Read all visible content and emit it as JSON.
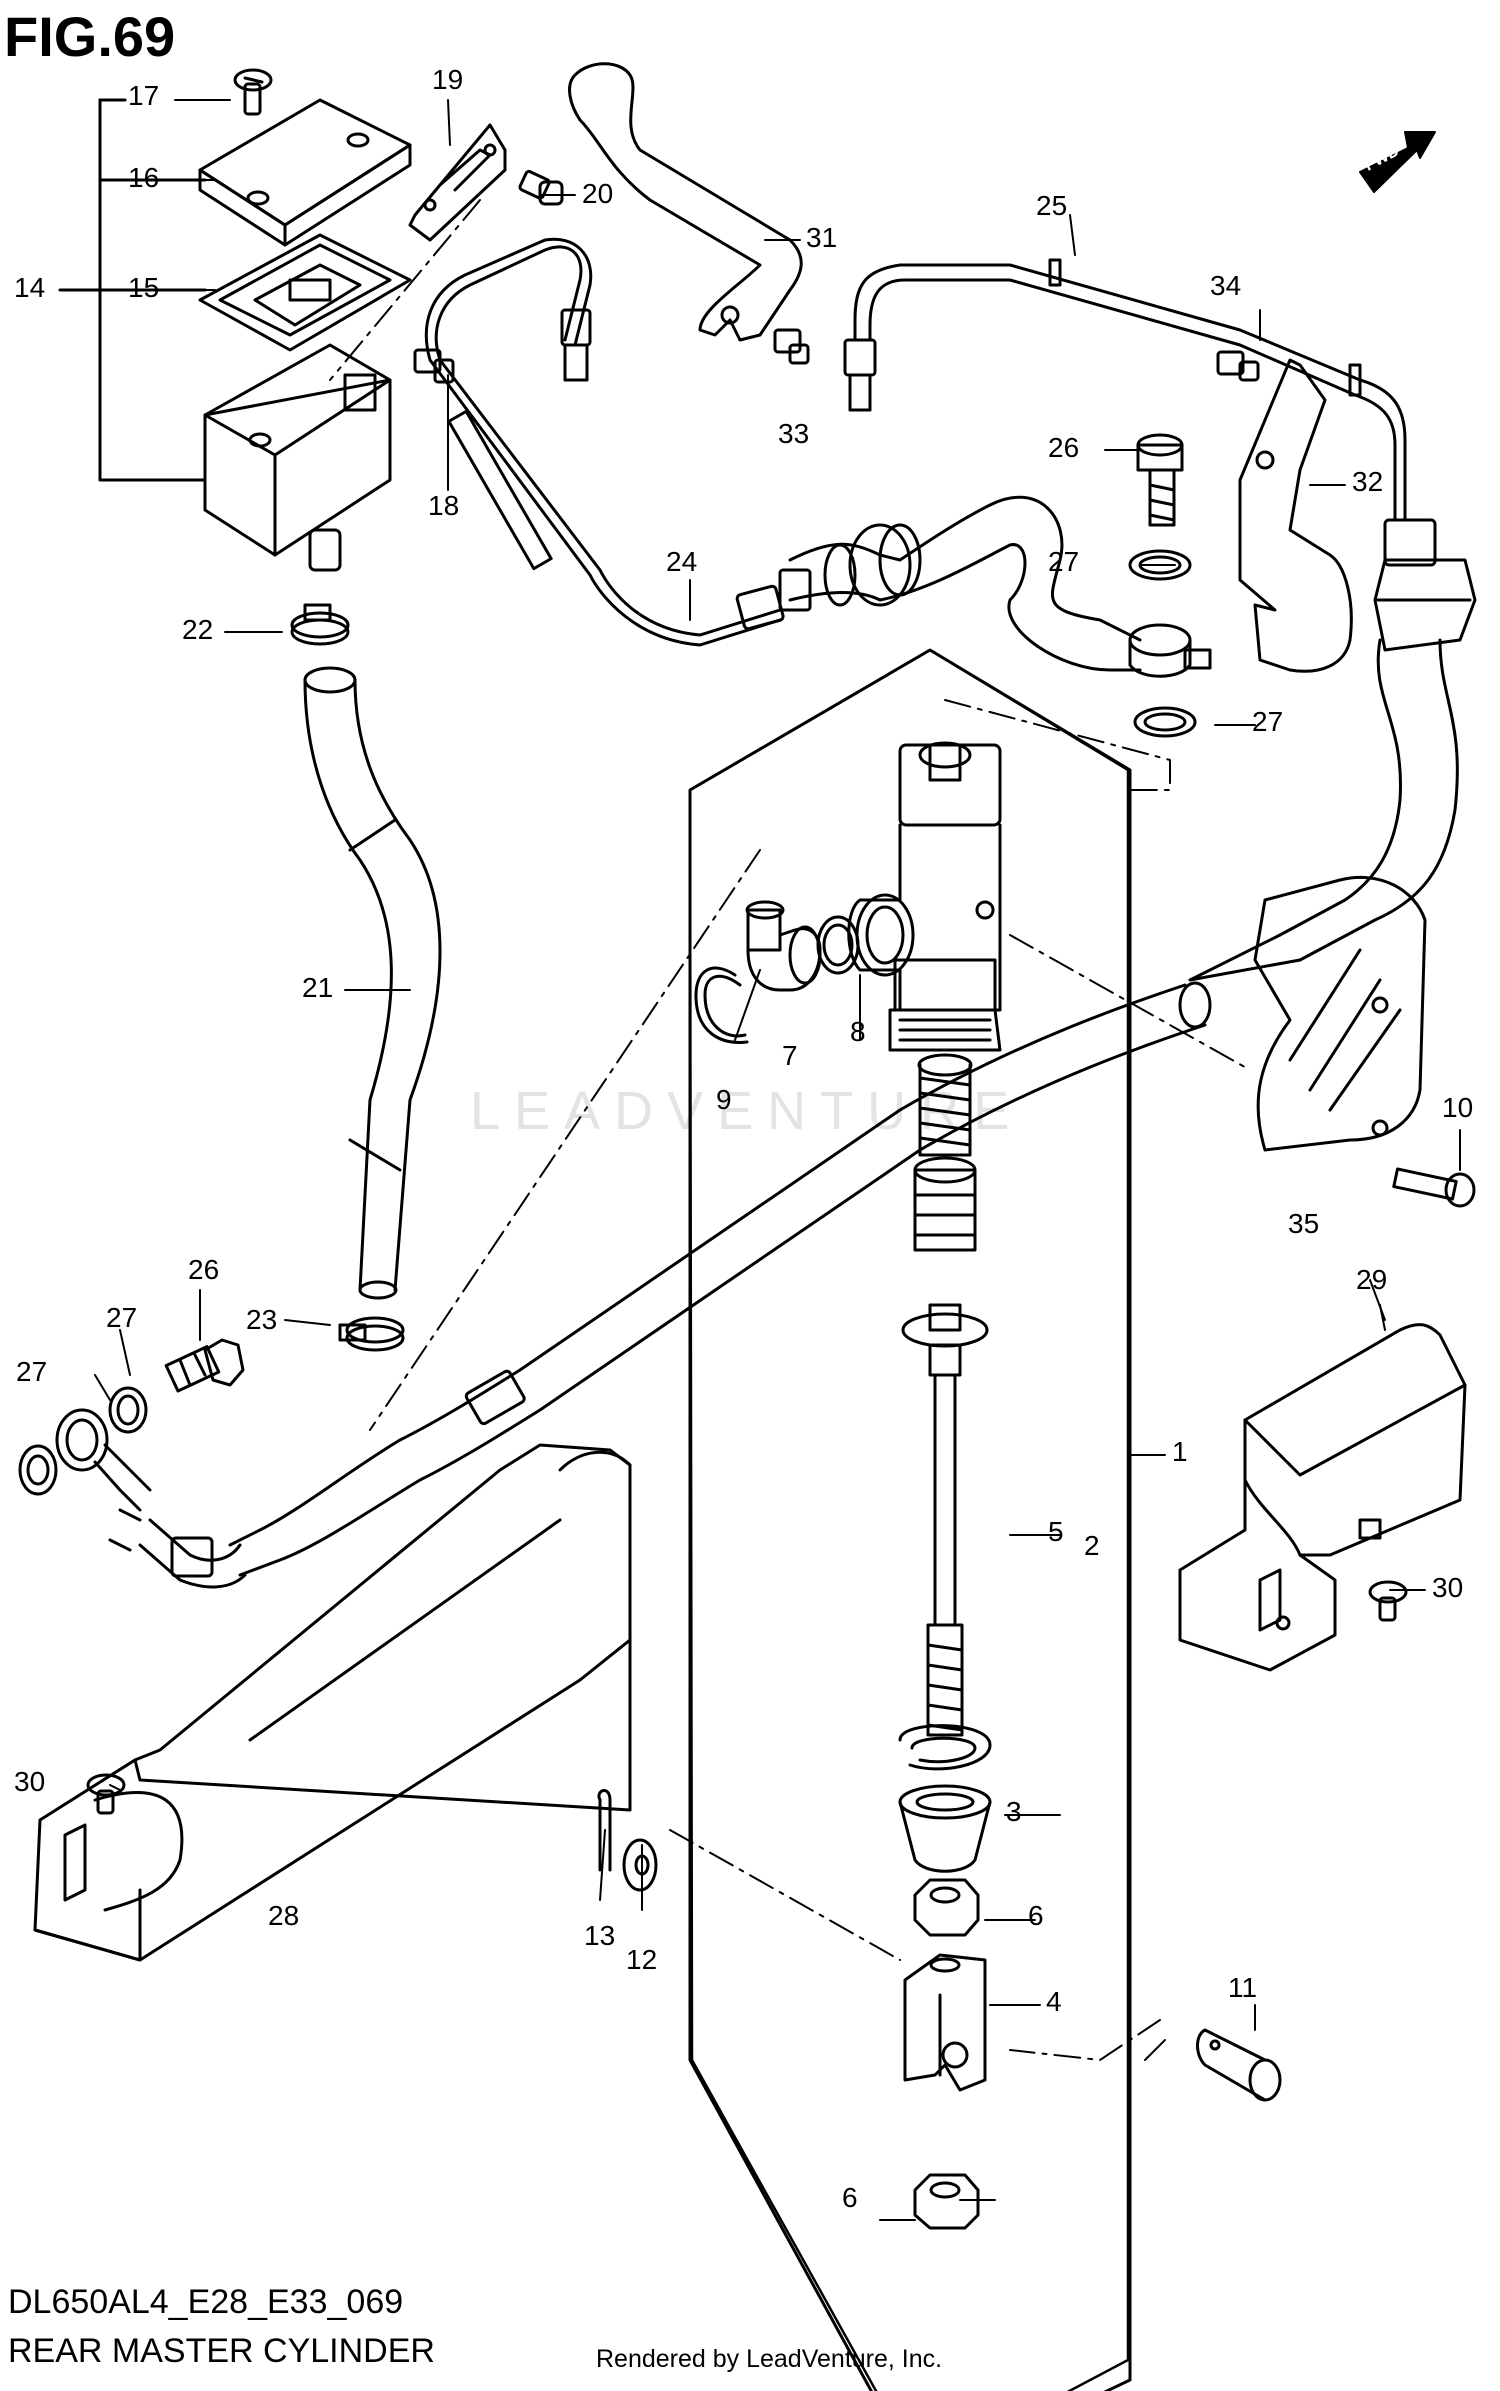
{
  "header": {
    "figure_number": "FIG.69"
  },
  "footer": {
    "model_code": "DL650AL4_E28_E33_069",
    "diagram_title": "REAR MASTER CYLINDER",
    "render_credit": "Rendered by LeadVenture, Inc."
  },
  "watermark": "LEADVENTURE",
  "direction_arrow": {
    "label": "FWD"
  },
  "callouts": {
    "c1": "1",
    "c2": "2",
    "c3": "3",
    "c4": "4",
    "c5": "5",
    "c6a": "6",
    "c6b": "6",
    "c7": "7",
    "c8": "8",
    "c9": "9",
    "c10": "10",
    "c11": "11",
    "c12": "12",
    "c13": "13",
    "c14": "14",
    "c15": "15",
    "c16": "16",
    "c17": "17",
    "c18": "18",
    "c19": "19",
    "c20": "20",
    "c21": "21",
    "c22": "22",
    "c23": "23",
    "c24": "24",
    "c25": "25",
    "c26a": "26",
    "c26b": "26",
    "c27a": "27",
    "c27b": "27",
    "c27c": "27",
    "c27d": "27",
    "c28": "28",
    "c29": "29",
    "c30a": "30",
    "c30b": "30",
    "c31": "31",
    "c32": "32",
    "c33": "33",
    "c34": "34",
    "c35": "35"
  }
}
